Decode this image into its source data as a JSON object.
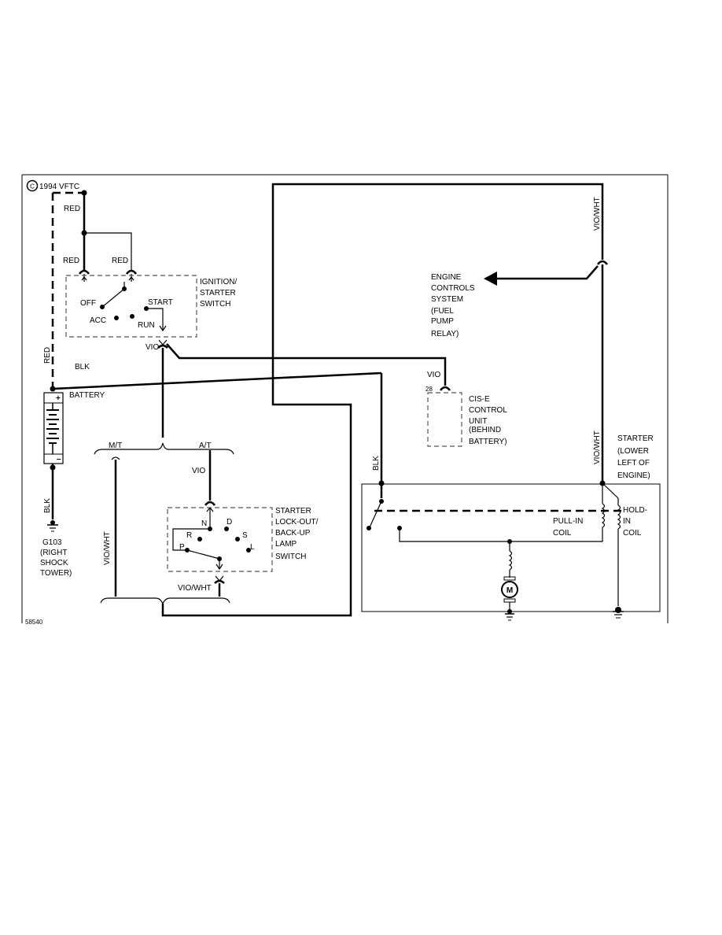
{
  "copyright_mark": "C",
  "copyright_text": "1994 VFTC",
  "figure_number": "58540",
  "wires": {
    "red_top": "RED",
    "red_left": "RED",
    "red_right": "RED",
    "red_vertical": "RED",
    "blk_battery": "BLK",
    "blk_ground": "BLK",
    "blk_starter": "BLK",
    "vio_switch": "VIO",
    "vio_at": "VIO",
    "vio_cis": "VIO",
    "vio_wht_mt": "VIO/WHT",
    "vio_wht_lockout": "VIO/WHT",
    "vio_wht_top": "VIO/WHT",
    "vio_wht_starter": "VIO/WHT"
  },
  "ignition_switch": {
    "label_lines": [
      "IGNITION/",
      "STARTER",
      "SWITCH"
    ],
    "positions": {
      "off": "OFF",
      "acc": "ACC",
      "start": "START",
      "run": "RUN"
    }
  },
  "battery": {
    "label": "BATTERY",
    "plus": "+",
    "minus": "–"
  },
  "ground": {
    "label_lines": [
      "G103",
      "(RIGHT",
      "SHOCK",
      "TOWER)"
    ]
  },
  "transmission": {
    "manual": "M/T",
    "automatic": "A/T"
  },
  "lockout_switch": {
    "label_lines": [
      "STARTER",
      "LOCK-OUT/",
      "BACK-UP",
      "LAMP",
      "SWITCH"
    ],
    "positions": {
      "n": "N",
      "d": "D",
      "r": "R",
      "s": "S",
      "p": "P",
      "l": "L"
    }
  },
  "engine_controls": {
    "label_lines": [
      "ENGINE",
      "CONTROLS",
      "SYSTEM",
      "(FUEL",
      "PUMP",
      "RELAY)"
    ]
  },
  "cis_unit": {
    "pin": "28",
    "label_lines": [
      "CIS-E",
      "CONTROL",
      "UNIT",
      "(BEHIND",
      "BATTERY)"
    ]
  },
  "starter": {
    "label_lines": [
      "STARTER",
      "(LOWER",
      "LEFT OF",
      "ENGINE)"
    ],
    "pull_in_lines": [
      "PULL-IN",
      "COIL"
    ],
    "hold_in_lines": [
      "HOLD-",
      "IN",
      "COIL"
    ],
    "motor": "M"
  }
}
